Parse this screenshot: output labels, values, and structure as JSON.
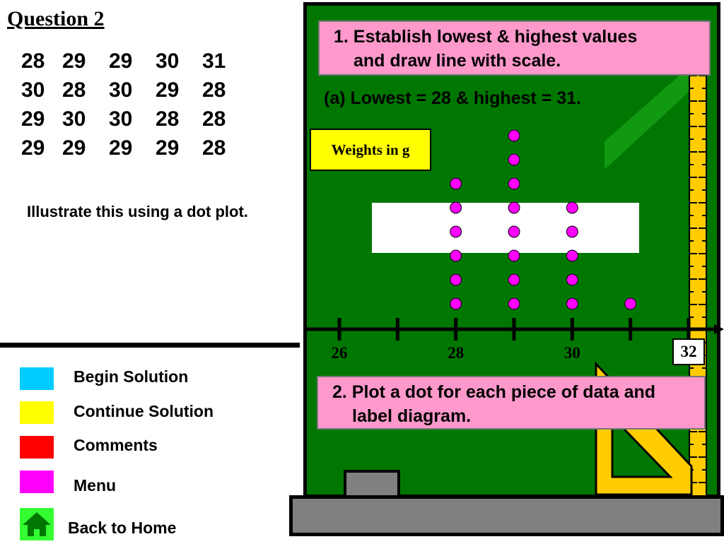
{
  "title": "Question 2",
  "dataset_rows": [
    [
      "28",
      "29",
      "29",
      "30",
      "31"
    ],
    [
      "30",
      "28",
      "30",
      "29",
      "28"
    ],
    [
      "29",
      "30",
      "30",
      "28",
      "28"
    ],
    [
      "29",
      "29",
      "29",
      "29",
      "28"
    ]
  ],
  "instruction": "Illustrate this using a dot plot.",
  "menu": [
    {
      "label": "Begin Solution",
      "color": "#00ccff"
    },
    {
      "label": "Continue Solution",
      "color": "#ffff00"
    },
    {
      "label": "Comments",
      "color": "#ff0000"
    },
    {
      "label": "Menu",
      "color": "#ff00ff"
    },
    {
      "label": "Back to Home",
      "color": "#33ff33",
      "icon": "home-icon"
    }
  ],
  "step1": {
    "line1": "1. Establish lowest & highest values",
    "line2": "and draw line with scale."
  },
  "lowest_highest": "(a)  Lowest = 28 & highest = 31.",
  "step2": {
    "line1": "2. Plot a dot for each piece of data and",
    "line2": "label diagram."
  },
  "colors": {
    "board": "#007700",
    "dot": "#ff00ff",
    "note": "#ff99cc",
    "label": "#ffff00",
    "ruler": "#ffcc00"
  },
  "chart_data": {
    "type": "scatter",
    "xlabel": "Weights in g",
    "xlim": [
      26,
      32
    ],
    "x_ticks": [
      26,
      27,
      28,
      29,
      30,
      31,
      32
    ],
    "x_tick_labels": [
      "26",
      "28",
      "30",
      "32"
    ],
    "categories": [
      "28",
      "29",
      "30",
      "31"
    ],
    "values": [
      6,
      8,
      5,
      1
    ]
  }
}
